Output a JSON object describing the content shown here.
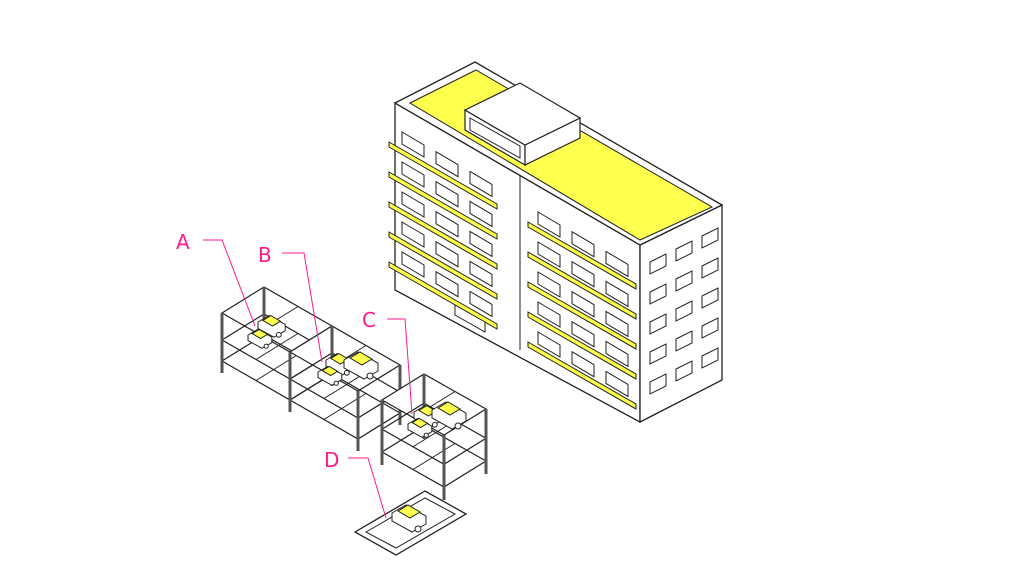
{
  "colors": {
    "accent": "#ff1a8c",
    "fill": "#ffff4d",
    "line": "#222222"
  },
  "labels": [
    {
      "id": "A",
      "text": "A"
    },
    {
      "id": "B",
      "text": "B"
    },
    {
      "id": "C",
      "text": "C"
    },
    {
      "id": "D",
      "text": "D"
    }
  ]
}
